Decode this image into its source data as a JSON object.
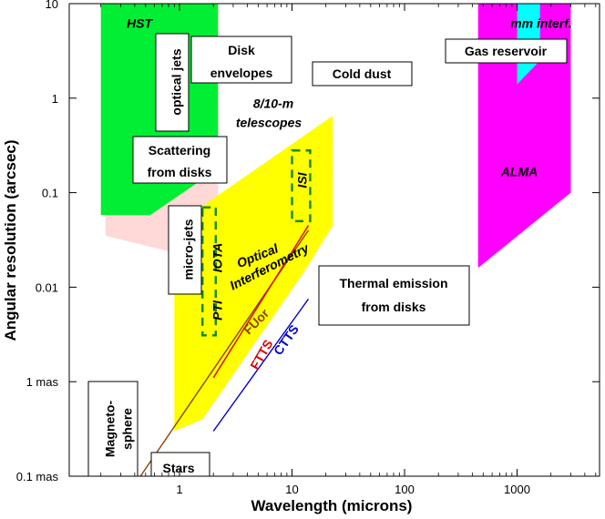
{
  "chart_data": {
    "type": "area",
    "xlabel": "Wavelength (microns)",
    "ylabel": "Angular resolution (arcsec)",
    "x_scale": "log",
    "y_scale": "log",
    "xlim": [
      0.1,
      5000
    ],
    "ylim": [
      0.0001,
      10
    ],
    "x_ticks": [
      {
        "value": 1,
        "label": "1"
      },
      {
        "value": 10,
        "label": "10"
      },
      {
        "value": 100,
        "label": "100"
      },
      {
        "value": 1000,
        "label": "1000"
      }
    ],
    "y_ticks": [
      {
        "value": 10,
        "label": "10"
      },
      {
        "value": 1,
        "label": "1"
      },
      {
        "value": 0.1,
        "label": "0.1"
      },
      {
        "value": 0.01,
        "label": "0.01"
      },
      {
        "value": 0.001,
        "label": "1 mas"
      },
      {
        "value": 0.0001,
        "label": "0.1 mas"
      }
    ],
    "regions": [
      {
        "name": "8/10-m telescopes",
        "color": "#ffd8d8",
        "points": [
          [
            0.22,
            10
          ],
          [
            0.22,
            0.035
          ],
          [
            1.5,
            0.02
          ],
          [
            2.2,
            0.05
          ],
          [
            2.2,
            10
          ]
        ]
      },
      {
        "name": "HST",
        "color": "#00ee33",
        "points": [
          [
            0.2,
            10
          ],
          [
            2.2,
            10
          ],
          [
            2.2,
            0.18
          ],
          [
            0.55,
            0.058
          ],
          [
            0.2,
            0.058
          ]
        ]
      },
      {
        "name": "Optical Interferometry",
        "color": "#ffff00",
        "points": [
          [
            0.9,
            0.0003
          ],
          [
            0.9,
            0.045
          ],
          [
            23,
            0.65
          ],
          [
            23,
            0.045
          ],
          [
            13,
            0.015
          ],
          [
            1.6,
            0.0004
          ]
        ]
      },
      {
        "name": "ALMA",
        "color": "#ff00ff",
        "points": [
          [
            450,
            10
          ],
          [
            3000,
            10
          ],
          [
            3000,
            0.1
          ],
          [
            450,
            0.016
          ]
        ]
      },
      {
        "name": "mm interf.",
        "color": "#00ffff",
        "points": [
          [
            1000,
            10
          ],
          [
            1600,
            10
          ],
          [
            1600,
            2.5
          ],
          [
            1000,
            1.4
          ]
        ]
      }
    ],
    "dashed_boxes": [
      {
        "name": "IOTA",
        "x": [
          1.6,
          2.1
        ],
        "y": [
          0.0031,
          0.07
        ]
      },
      {
        "name": "ISI",
        "x": [
          10,
          14.5
        ],
        "y": [
          0.05,
          0.28
        ]
      }
    ],
    "lines": [
      {
        "name": "FUor",
        "color": "#8b4500",
        "points": [
          [
            0.45,
            0.0001
          ],
          [
            14,
            0.04
          ]
        ]
      },
      {
        "name": "FTTS",
        "color": "#dd0000",
        "points": [
          [
            2,
            0.0011
          ],
          [
            14,
            0.045
          ]
        ]
      },
      {
        "name": "CTTS",
        "color": "#0000cc",
        "points": [
          [
            2,
            0.0003
          ],
          [
            14,
            0.0075
          ]
        ]
      }
    ],
    "boxes": [
      {
        "text": [
          "optical jets"
        ],
        "rotate": true
      },
      {
        "text": [
          "Disk",
          "envelopes"
        ]
      },
      {
        "text": [
          "Cold dust"
        ]
      },
      {
        "text": [
          "Gas reservoir"
        ]
      },
      {
        "text": [
          "Scattering",
          "from disks"
        ]
      },
      {
        "text": [
          "micro-jets"
        ],
        "rotate": true
      },
      {
        "text": [
          "Thermal emission",
          "from disks"
        ]
      },
      {
        "text": [
          "Magneto-",
          "sphere"
        ],
        "rotate": true
      },
      {
        "text": [
          "Stars"
        ]
      }
    ],
    "annotations": [
      "HST",
      "mm interf.",
      "8/10-m",
      "telescopes",
      "ALMA",
      "Optical",
      "Interferometry",
      "IOTA",
      "ISI",
      "PTI",
      "FUor",
      "FTTS",
      "CTTS"
    ]
  }
}
